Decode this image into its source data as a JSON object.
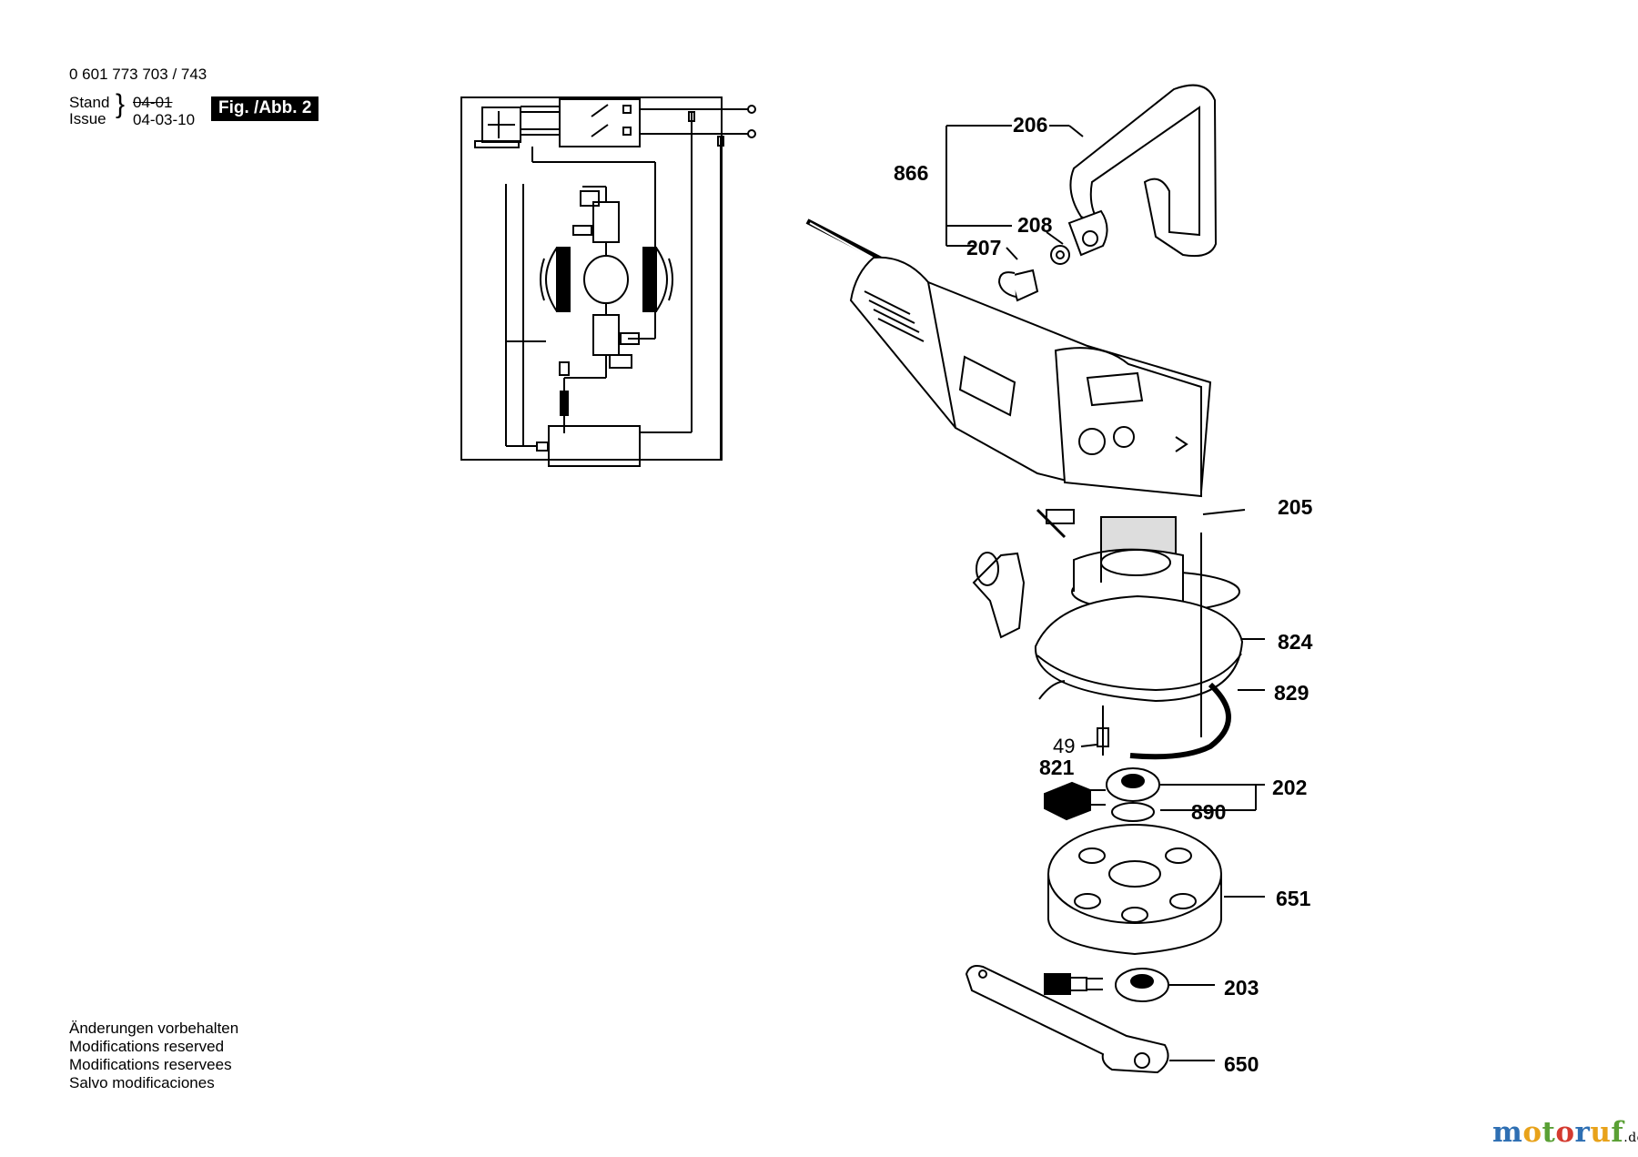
{
  "header": {
    "part_number": "0 601 773 703 / 743",
    "stand_label": "Stand",
    "issue_label": "Issue",
    "stand_date": "04-01",
    "issue_date": "04-03-10",
    "figure_label": "Fig. /Abb. 2"
  },
  "callouts": {
    "p206": "206",
    "p866": "866",
    "p208": "208",
    "p207": "207",
    "p205": "205",
    "p824": "824",
    "p829": "829",
    "p49": "49",
    "p821": "821",
    "p202": "202",
    "p890": "890",
    "p651": "651",
    "p203": "203",
    "p650": "650"
  },
  "footer": {
    "lines": [
      "Änderungen vorbehalten",
      "Modifications reserved",
      "Modifications reservees",
      "Salvo modificaciones"
    ]
  },
  "watermark": {
    "brand_main": "motoruf",
    "brand_tld": ".de",
    "colors": [
      "#2e6fb3",
      "#e8a21a",
      "#5aa035",
      "#d43a2f"
    ]
  }
}
